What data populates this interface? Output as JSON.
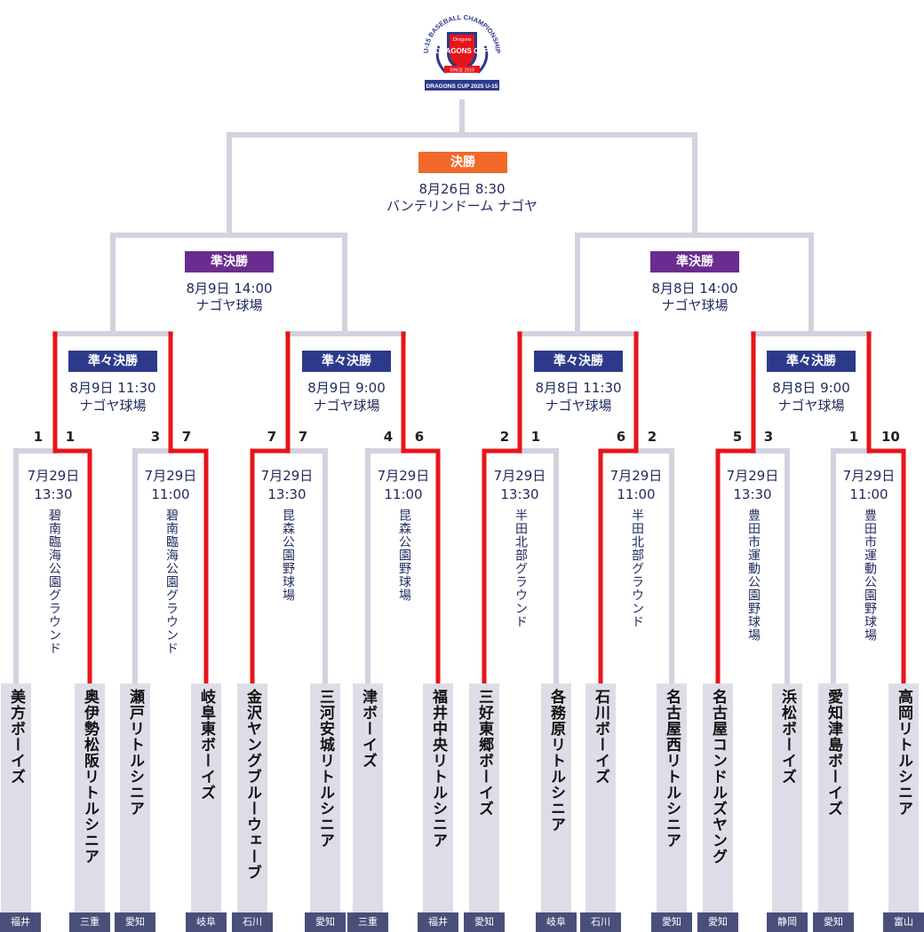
{
  "logo": {
    "arc_text": "U-15 BASEBALL CHAMPIONSHIP",
    "top_text": "Dragons",
    "main_text": "DRAGONS CUP",
    "since_text": "SINCE 2010",
    "banner_text": "DRAGONS CUP 2025 U-15"
  },
  "final": {
    "label": "決勝",
    "date": "8月26日 8:30",
    "venue": "バンテリンドーム ナゴヤ"
  },
  "semis": [
    {
      "label": "準決勝",
      "date": "8月9日 14:00",
      "venue": "ナゴヤ球場"
    },
    {
      "label": "準決勝",
      "date": "8月8日 14:00",
      "venue": "ナゴヤ球場"
    }
  ],
  "quarters": [
    {
      "label": "準々決勝",
      "date": "8月9日 11:30",
      "venue": "ナゴヤ球場"
    },
    {
      "label": "準々決勝",
      "date": "8月9日 9:00",
      "venue": "ナゴヤ球場"
    },
    {
      "label": "準々決勝",
      "date": "8月8日 11:30",
      "venue": "ナゴヤ球場"
    },
    {
      "label": "準々決勝",
      "date": "8月8日 9:00",
      "venue": "ナゴヤ球場"
    }
  ],
  "first_round": [
    {
      "date": "7月29日",
      "time": "13:30",
      "venue": "碧南臨海公園グラウンド",
      "score_left": "1",
      "score_right": "1"
    },
    {
      "date": "7月29日",
      "time": "11:00",
      "venue": "碧南臨海公園グラウンド",
      "score_left": "3",
      "score_right": "7"
    },
    {
      "date": "7月29日",
      "time": "13:30",
      "venue": "昆森公園野球場",
      "score_left": "7",
      "score_right": "7"
    },
    {
      "date": "7月29日",
      "time": "11:00",
      "venue": "昆森公園野球場",
      "score_left": "4",
      "score_right": "6"
    },
    {
      "date": "7月29日",
      "time": "13:30",
      "venue": "半田北部グラウンド",
      "score_left": "2",
      "score_right": "1"
    },
    {
      "date": "7月29日",
      "time": "11:00",
      "venue": "半田北部グラウンド",
      "score_left": "6",
      "score_right": "2"
    },
    {
      "date": "7月29日",
      "time": "13:30",
      "venue": "豊田市運動公園野球場",
      "score_left": "5",
      "score_right": "3"
    },
    {
      "date": "7月29日",
      "time": "11:00",
      "venue": "豊田市運動公園野球場",
      "score_left": "1",
      "score_right": "10"
    }
  ],
  "teams": [
    {
      "name": "美方ボーイズ",
      "pref": "福井"
    },
    {
      "name": "奥伊勢松阪リトルシニア",
      "pref": "三重"
    },
    {
      "name": "瀬戸リトルシニア",
      "pref": "愛知"
    },
    {
      "name": "岐阜東ボーイズ",
      "pref": "岐阜"
    },
    {
      "name": "金沢ヤングブルーウェーブ",
      "pref": "石川"
    },
    {
      "name": "三河安城リトルシニア",
      "pref": "愛知"
    },
    {
      "name": "津ボーイズ",
      "pref": "三重"
    },
    {
      "name": "福井中央リトルシニア",
      "pref": "福井"
    },
    {
      "name": "三好東郷ボーイズ",
      "pref": "愛知"
    },
    {
      "name": "各務原リトルシニア",
      "pref": "岐阜"
    },
    {
      "name": "石川ボーイズ",
      "pref": "石川"
    },
    {
      "name": "名古屋西リトルシニア",
      "pref": "愛知"
    },
    {
      "name": "名古屋コンドルズヤング",
      "pref": "愛知"
    },
    {
      "name": "浜松ボーイズ",
      "pref": "静岡"
    },
    {
      "name": "愛知津島ボーイズ",
      "pref": "愛知"
    },
    {
      "name": "高岡リトルシニア",
      "pref": "富山"
    }
  ],
  "colors": {
    "line": "#d3d2df",
    "win": "#e8141b",
    "final_badge": "#ef6a2a",
    "semi_badge": "#6a2d8f",
    "qf_badge": "#2d3a8c",
    "pref_bg": "#4a4f7a"
  }
}
